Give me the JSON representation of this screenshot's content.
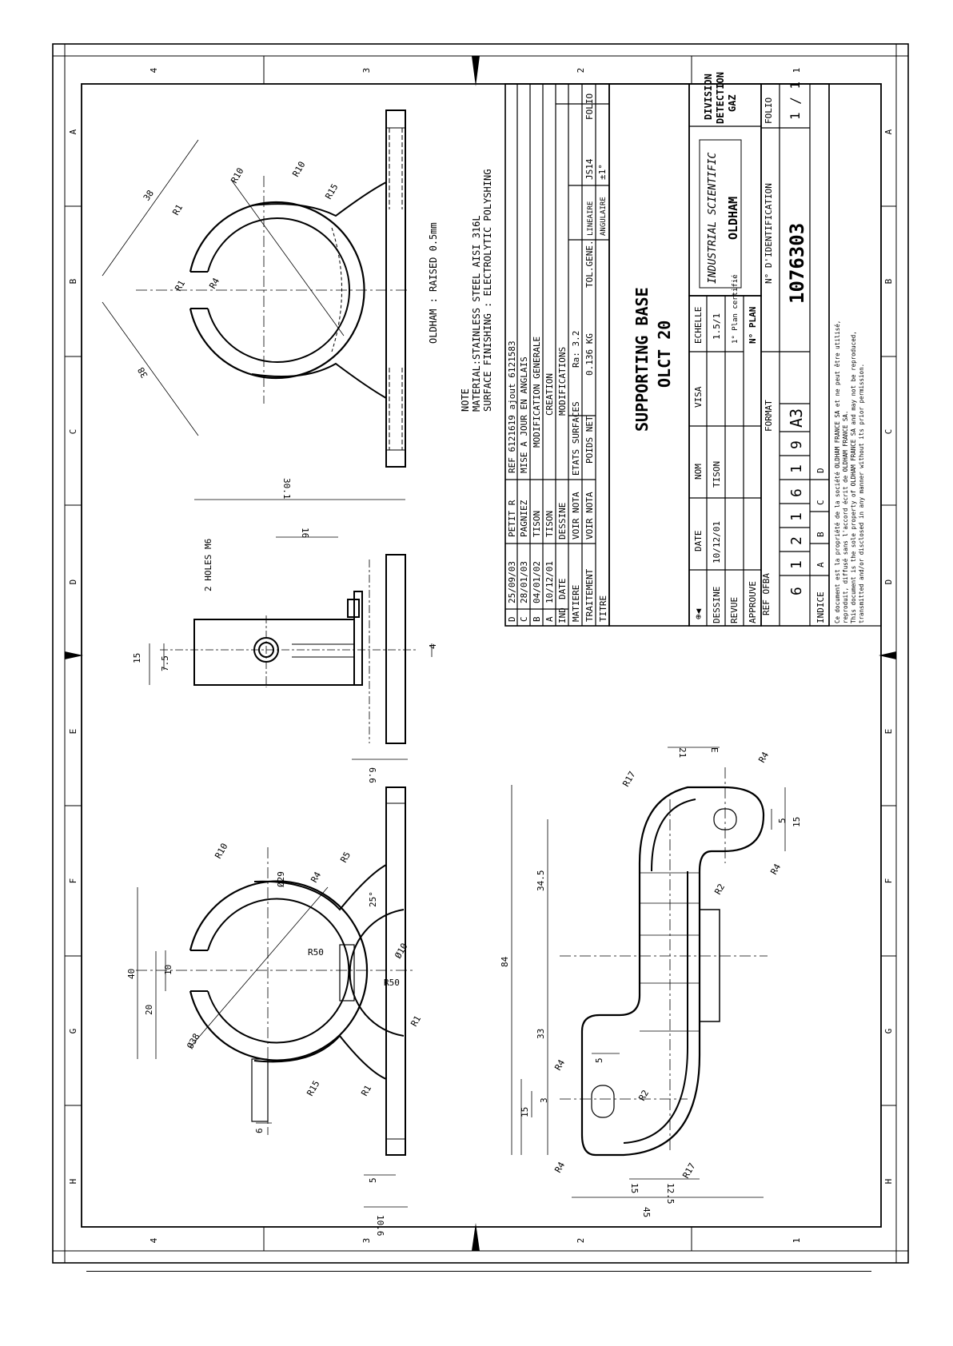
{
  "grid": {
    "columns": [
      "4",
      "3",
      "2",
      "1"
    ],
    "rows": [
      "A",
      "B",
      "C",
      "D",
      "E",
      "F",
      "G",
      "H"
    ]
  },
  "note": {
    "heading": "NOTE",
    "material": "MATERIAL:STAINLESS STEEL AISI 316L",
    "finishing": "SURFACE  FINISHING : ELECTROLYTIC POLYSHING",
    "marking": "OLDHAM : RAISED  0.5mm"
  },
  "dimensions": {
    "top_view": [
      "38",
      "38",
      "R10",
      "R10",
      "R15",
      "R1",
      "R4",
      "R1"
    ],
    "side_view": [
      "2 HOLES M6",
      "30.1",
      "16",
      "15",
      "7.5",
      "4",
      "6.6"
    ],
    "front_view": [
      "40",
      "20",
      "10",
      "6",
      "5",
      "10.6",
      "Ø29",
      "Ø38",
      "R10",
      "R4",
      "R5",
      "R50",
      "R50",
      "R15",
      "R1",
      "R1",
      "25°",
      "Ø10"
    ],
    "bottom_view": [
      "84",
      "34.5",
      "33",
      "R17",
      "R17",
      "21",
      "E",
      "R4",
      "R4",
      "R4",
      "R4",
      "R2",
      "R2",
      "5",
      "15",
      "15",
      "3",
      "5",
      "15",
      "12.5",
      "45"
    ]
  },
  "revisions": [
    {
      "ind": "D",
      "date": "25/09/03",
      "name": "PETIT R",
      "desc": "REF 6121619 ajout 6121583"
    },
    {
      "ind": "C",
      "date": "28/01/03",
      "name": "PAGNIEZ",
      "desc": "MISE A  JOUR EN ANGLAIS"
    },
    {
      "ind": "B",
      "date": "04/01/02",
      "name": "TISON",
      "desc": "MODIFICATION GENERALE"
    },
    {
      "ind": "A",
      "date": "10/12/01",
      "name": "TISON",
      "desc": "CREATION"
    }
  ],
  "revision_header": {
    "ind": "IND",
    "date": "DATE",
    "name": "DESSINE",
    "desc": "MODIFICATIONS"
  },
  "specs": {
    "matiere_label": "MATIERE",
    "matiere_value": "VOIR NOTA",
    "traitement_label": "TRAITEMENT",
    "traitement_value": "VOIR NOTA",
    "etats_label": "ETATS SURFACES",
    "ra": "Ra:  3.2",
    "poids_label": "POIDS NET",
    "poids_value": "0.136  KG",
    "tol_label": "TOL.GENE.",
    "lineaire_label": "LINEAIRE",
    "lineaire_value": "JS14",
    "angulaire_label": "ANGULAIRE",
    "angulaire_value": "±1°",
    "folio_label": "FOLIO",
    "titre_label": "TITRE"
  },
  "title": {
    "line1": "SUPPORTING BASE",
    "line2": "OLCT  20"
  },
  "signatures": {
    "symbol": "⊕◀",
    "col_date": "DATE",
    "col_nom": "NOM",
    "col_visa": "VISA",
    "dessine": "DESSINE",
    "dessine_date": "10/12/01",
    "dessine_nom": "TISON",
    "revue": "REVUE",
    "approuve": "APPROUVE",
    "echelle_label": "ECHELLE",
    "echelle_value": "1.5/1",
    "plan_certifie": "1° Plan certifié",
    "n_plan": "N° PLAN"
  },
  "company": {
    "division": "DIVISION",
    "detection": "DETECTION",
    "gaz": "GAZ",
    "industrial": "INDUSTRIAL SCIENTIFIC",
    "oldham": "OLDHAM"
  },
  "identification": {
    "label": "N° D'IDENTIFICATION",
    "number": "1076303",
    "format_label": "FORMAT",
    "format_value": "A3",
    "folio_label": "FOLIO",
    "folio_value": "1 / 1",
    "ref_label": "REF OFBA",
    "ref_digits": [
      "6",
      "1",
      "2",
      "1",
      "6",
      "1",
      "9"
    ],
    "indice_label": "INDICE",
    "indice_values": [
      "A",
      "B",
      "C",
      "D"
    ]
  },
  "legal": {
    "line1": "Ce document est la propriété de la société OLDHAM FRANCE SA et ne peut être utilisé,",
    "line2": "reproduit, diffusé sans l'accord écrit de OLDHAM FRANCE SA.",
    "line3": "This document is the sole property of OLDHAM FRANCE SA and may not be reproduced,",
    "line4": "transmitted and/or disclosed in any manner without its prior permission."
  }
}
